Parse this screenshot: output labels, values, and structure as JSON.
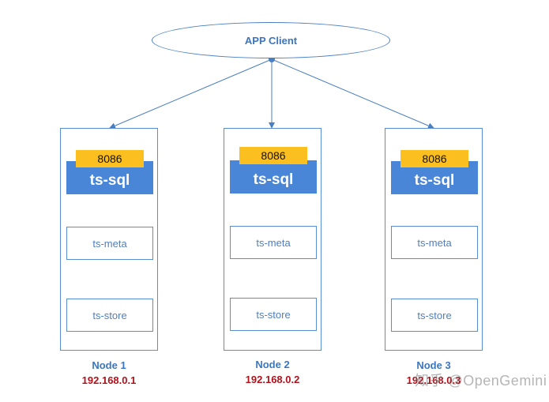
{
  "client": {
    "label": "APP Client"
  },
  "nodes": [
    {
      "name": "Node 1",
      "ip": "192.168.0.1",
      "port": "8086",
      "sql": "ts-sql",
      "meta": "ts-meta",
      "store": "ts-store"
    },
    {
      "name": "Node 2",
      "ip": "192.168.0.2",
      "port": "8086",
      "sql": "ts-sql",
      "meta": "ts-meta",
      "store": "ts-store"
    },
    {
      "name": "Node 3",
      "ip": "192.168.0.3",
      "port": "8086",
      "sql": "ts-sql",
      "meta": "ts-meta",
      "store": "ts-store"
    }
  ],
  "watermark": "知乎 @OpenGemini",
  "colors": {
    "line": "#4a7fc1",
    "sql": "#4a86d8",
    "port": "#fbbf1f",
    "ip": "#b0121b"
  }
}
